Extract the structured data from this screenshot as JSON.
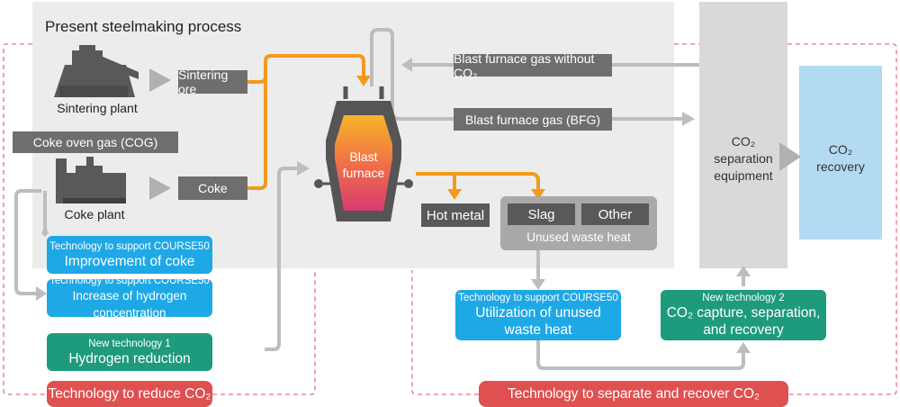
{
  "title": "Present steelmaking process",
  "inputs": {
    "sintering_ore": "Sintering ore",
    "sintering_plant": "Sintering plant",
    "coke_oven_gas": "Coke oven gas (COG)",
    "coke": "Coke",
    "coke_plant": "Coke plant"
  },
  "gas": {
    "without_co2": "Blast furnace gas without CO₂",
    "bfg": "Blast furnace gas (BFG)"
  },
  "furnace": {
    "line1": "Blast",
    "line2": "furnace"
  },
  "outputs": {
    "hot_metal": "Hot metal",
    "slag": "Slag",
    "other": "Other",
    "unused_waste_heat": "Unused waste heat"
  },
  "separation": {
    "line1": "CO₂",
    "line2": "separation",
    "line3": "equipment"
  },
  "recovery": {
    "line1": "CO₂",
    "line2": "recovery"
  },
  "technologies": {
    "coke_improvement": {
      "caption": "Technology to support COURSE50",
      "title": "Improvement of coke"
    },
    "hydrogen_concentration": {
      "caption": "Technology to support COURSE50",
      "title": "Increase of hydrogen concentration"
    },
    "hydrogen_reduction": {
      "caption": "New technology 1",
      "title": "Hydrogen reduction"
    },
    "waste_heat": {
      "caption": "Technology to support COURSE50",
      "title_line1": "Utilization of unused",
      "title_line2": "waste heat"
    },
    "co2_capture": {
      "caption": "New technology 2",
      "title_line1": "CO₂ capture, separation,",
      "title_line2": "and recovery"
    }
  },
  "groups": {
    "reduce": "Technology to reduce CO₂",
    "separate": "Technology to separate and recover CO₂"
  },
  "colors": {
    "process_bg": "#ececec",
    "orange_arrow": "#f39a1f",
    "gray_arrow": "#b5b5b5",
    "blue": "#1fa8e6",
    "green": "#1e9a7c",
    "red": "#df5050",
    "light_blue": "#b2daf2"
  }
}
